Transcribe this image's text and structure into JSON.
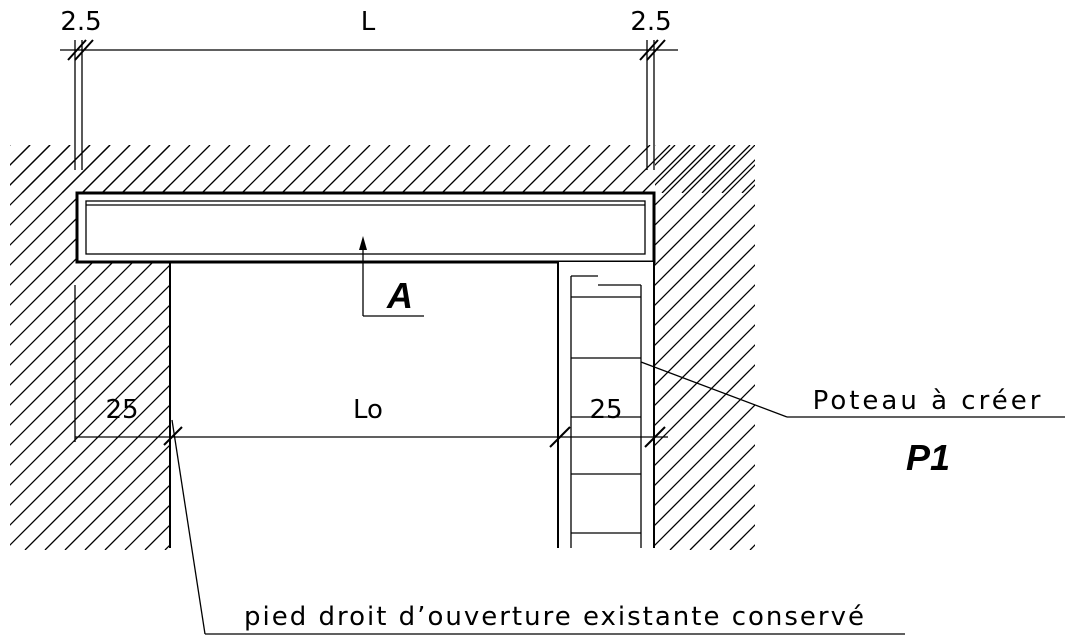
{
  "dimensions": {
    "left_bearing": "2.5",
    "span": "L",
    "right_bearing": "2.5",
    "left_jamb": "25",
    "opening": "Lo",
    "right_jamb": "25"
  },
  "labels": {
    "section_mark": "A",
    "column_note": "Poteau à créer",
    "column_id": "P1",
    "jamb_note": "pied droit d’ouverture existante conservé"
  }
}
